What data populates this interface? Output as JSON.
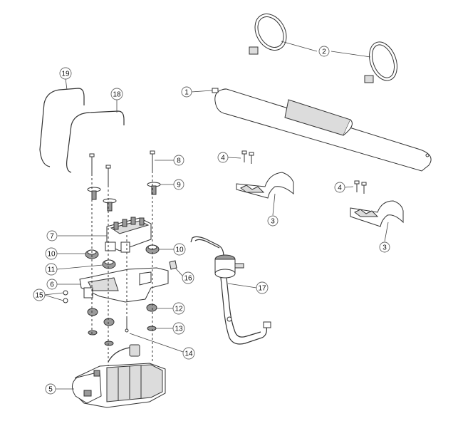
{
  "callouts": [
    {
      "id": "c1",
      "label": "1"
    },
    {
      "id": "c2",
      "label": "2"
    },
    {
      "id": "c3a",
      "label": "3"
    },
    {
      "id": "c3b",
      "label": "3"
    },
    {
      "id": "c4a",
      "label": "4"
    },
    {
      "id": "c4b",
      "label": "4"
    },
    {
      "id": "c5",
      "label": "5"
    },
    {
      "id": "c6",
      "label": "6"
    },
    {
      "id": "c7",
      "label": "7"
    },
    {
      "id": "c8",
      "label": "8"
    },
    {
      "id": "c9",
      "label": "9"
    },
    {
      "id": "c10a",
      "label": "10"
    },
    {
      "id": "c10b",
      "label": "10"
    },
    {
      "id": "c11",
      "label": "11"
    },
    {
      "id": "c12",
      "label": "12"
    },
    {
      "id": "c13",
      "label": "13"
    },
    {
      "id": "c14",
      "label": "14"
    },
    {
      "id": "c15",
      "label": "15"
    },
    {
      "id": "c16",
      "label": "16"
    },
    {
      "id": "c17",
      "label": "17"
    },
    {
      "id": "c18",
      "label": "18"
    },
    {
      "id": "c19",
      "label": "19"
    }
  ]
}
